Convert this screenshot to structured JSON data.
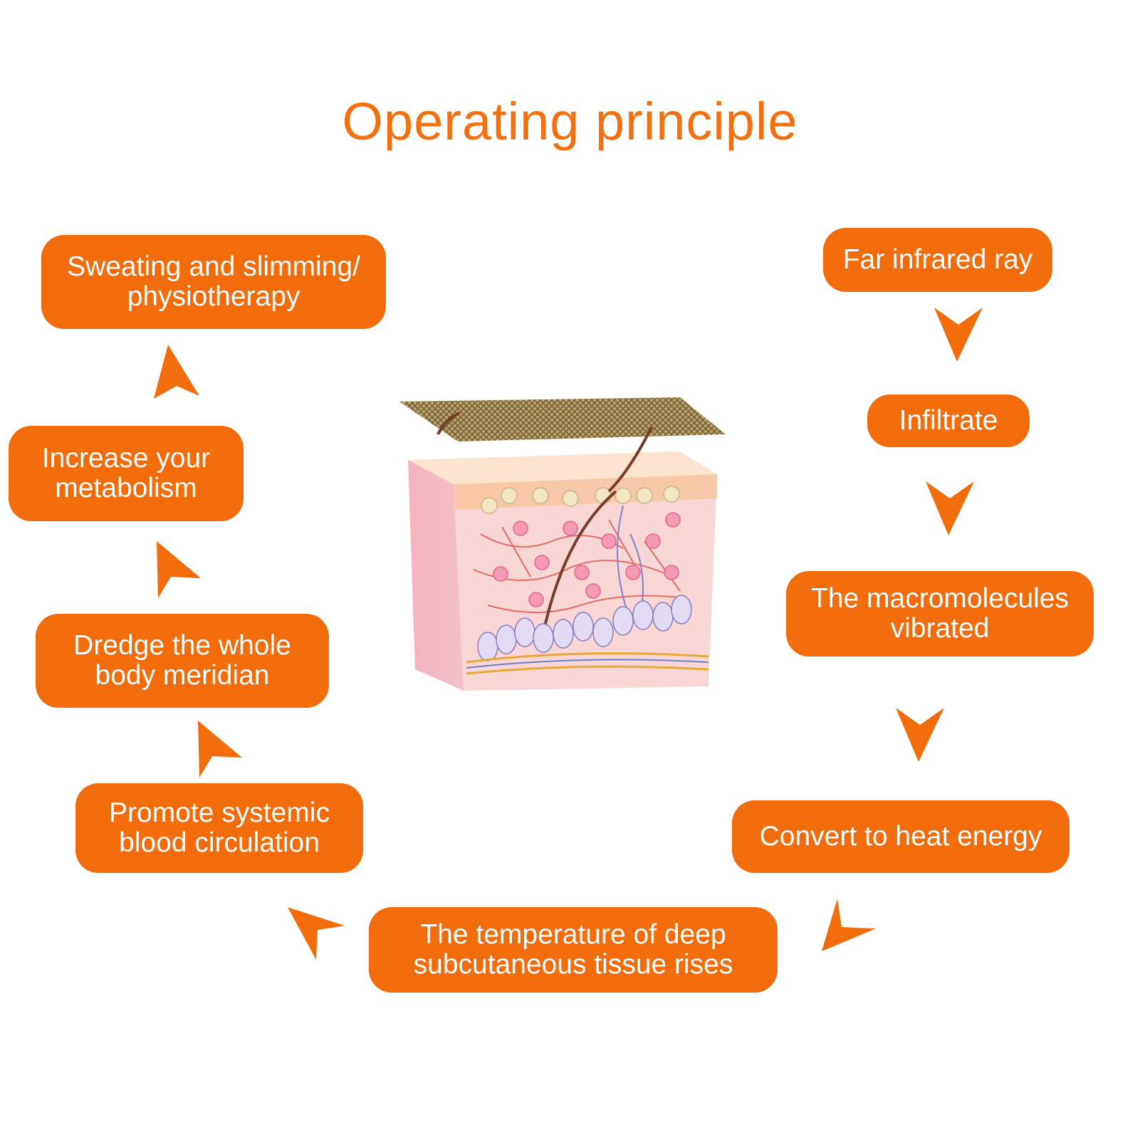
{
  "title": "Operating principle",
  "colors": {
    "accent": "#f36c0b",
    "title": "#f2700f",
    "box_text": "#ffffff",
    "background": "#ffffff"
  },
  "steps": [
    {
      "id": "far-infrared-ray",
      "label": "Far infrared ray"
    },
    {
      "id": "infiltrate",
      "label": "Infiltrate"
    },
    {
      "id": "macromolecules-vibrated",
      "label": "The macromolecules\nvibrated"
    },
    {
      "id": "convert-heat-energy",
      "label": "Convert to heat energy"
    },
    {
      "id": "temperature-rises",
      "label": "The temperature of deep\nsubcutaneous tissue rises"
    },
    {
      "id": "blood-circulation",
      "label": "Promote systemic\nblood circulation"
    },
    {
      "id": "dredge-meridian",
      "label": "Dredge the whole\nbody meridian"
    },
    {
      "id": "increase-metabolism",
      "label": "Increase your\nmetabolism"
    },
    {
      "id": "sweating-slimming",
      "label": "Sweating and slimming/\nphysiotherapy"
    }
  ],
  "illustration": {
    "icon": "skin-cross-section-icon"
  },
  "arrows": [
    {
      "id": "far-infrared-to-infiltrate",
      "icon": "arrow-down-icon"
    },
    {
      "id": "infiltrate-to-macromolecules",
      "icon": "arrow-down-icon"
    },
    {
      "id": "macromolecules-to-heat",
      "icon": "arrow-down-icon"
    },
    {
      "id": "heat-to-temperature",
      "icon": "arrow-left-down-icon"
    },
    {
      "id": "temperature-to-circulation",
      "icon": "arrow-left-up-icon"
    },
    {
      "id": "circulation-to-meridian",
      "icon": "arrow-up-icon"
    },
    {
      "id": "meridian-to-metabolism",
      "icon": "arrow-up-icon"
    },
    {
      "id": "metabolism-to-sweating",
      "icon": "arrow-up-icon"
    }
  ]
}
